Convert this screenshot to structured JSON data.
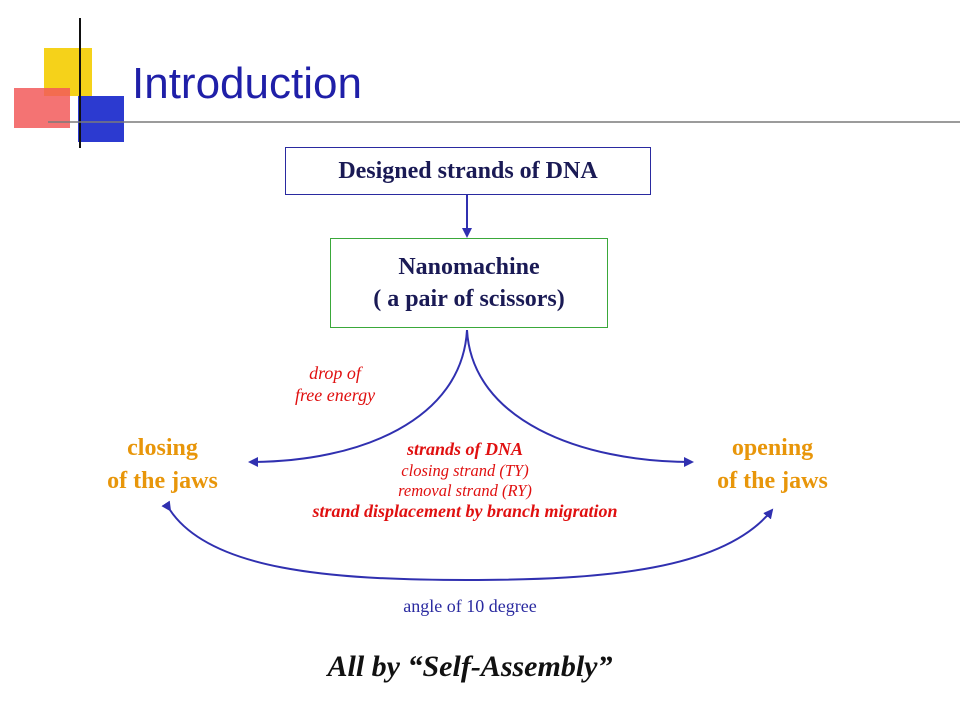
{
  "slide": {
    "title": "Introduction"
  },
  "diagram": {
    "top_box": "Designed strands of DNA",
    "middle_box": {
      "line1": "Nanomachine",
      "line2": "( a pair of scissors)"
    },
    "left_state": {
      "line1": "closing",
      "line2": "of the jaws"
    },
    "right_state": {
      "line1": "opening",
      "line2": "of the jaws"
    },
    "energy_note": {
      "line1": "drop of",
      "line2": "free energy"
    },
    "center_notes": {
      "line1": "strands of DNA",
      "line2": "closing strand (TY)",
      "line3": "removal strand (RY)",
      "line4": "strand displacement by branch migration"
    },
    "angle_note": "angle of 10 degree",
    "footer": "All by “Self-Assembly”"
  },
  "colors": {
    "title": "#1f1fa8",
    "arrows": "#3030b0",
    "highlight": "#e8960a",
    "annotation": "#e01010"
  }
}
